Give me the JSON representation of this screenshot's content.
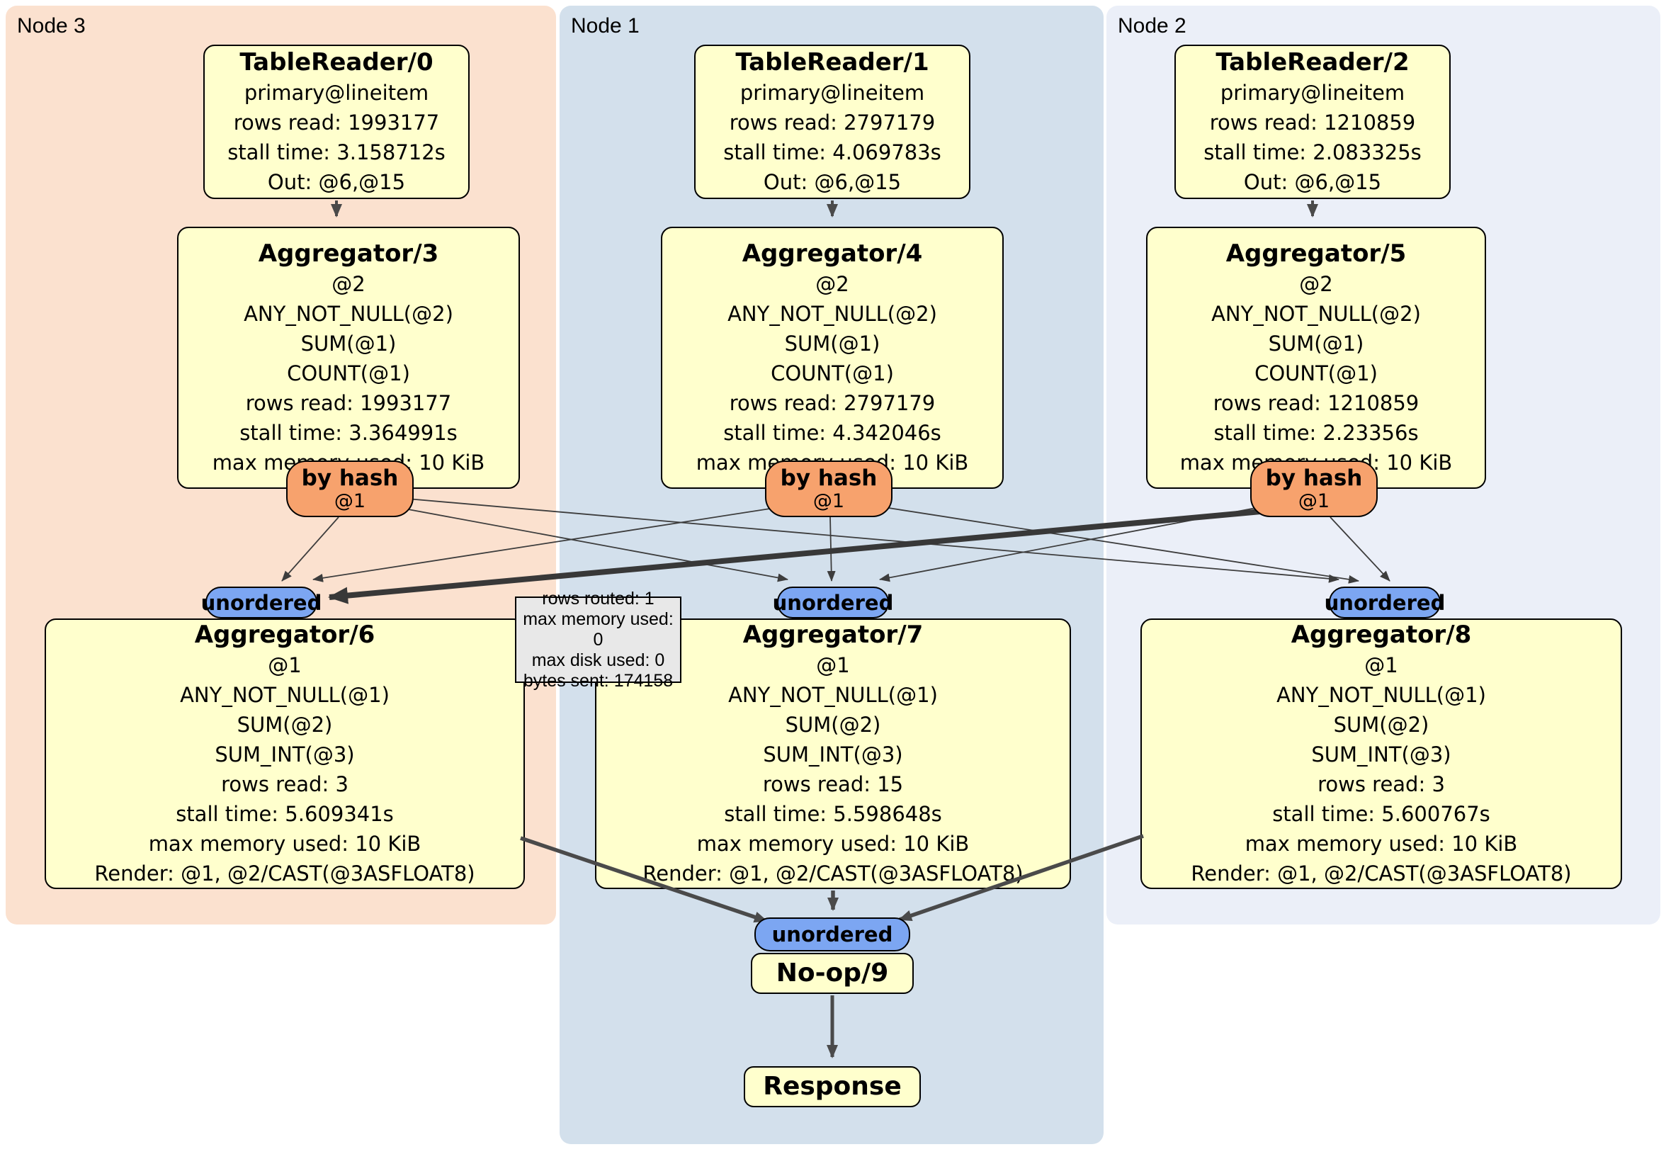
{
  "colors": {
    "node3_bg": "#fbe1cf",
    "node1_bg": "#d3e0ec",
    "node2_bg": "#ebeff8",
    "box_bg": "#ffffcd",
    "router_bg": "#f7a26d",
    "stream_bg": "#7ca6f2",
    "tooltip_bg": "#e8e8e8",
    "edge": "#3d3d3d"
  },
  "nodes": [
    {
      "label": "Node 3",
      "tr": {
        "title": "TableReader/0",
        "l0": "primary@lineitem",
        "l1": "rows read: 1993177",
        "l2": "stall time: 3.158712s",
        "l3": "Out: @6,@15"
      },
      "agg": {
        "title": "Aggregator/3",
        "l0": "@2",
        "l1": "ANY_NOT_NULL(@2)",
        "l2": "SUM(@1)",
        "l3": "COUNT(@1)",
        "l4": "rows read: 1993177",
        "l5": "stall time: 3.364991s",
        "l6": "max memory used: 10 KiB"
      },
      "router": {
        "label": "by hash",
        "key": "@1"
      },
      "stream": {
        "label": "unordered"
      },
      "fagg": {
        "title": "Aggregator/6",
        "l0": "@1",
        "l1": "ANY_NOT_NULL(@1)",
        "l2": "SUM(@2)",
        "l3": "SUM_INT(@3)",
        "l4": "rows read: 3",
        "l5": "stall time: 5.609341s",
        "l6": "max memory used: 10 KiB",
        "l7": "Render: @1, @2/CAST(@3ASFLOAT8)"
      }
    },
    {
      "label": "Node 1",
      "tr": {
        "title": "TableReader/1",
        "l0": "primary@lineitem",
        "l1": "rows read: 2797179",
        "l2": "stall time: 4.069783s",
        "l3": "Out: @6,@15"
      },
      "agg": {
        "title": "Aggregator/4",
        "l0": "@2",
        "l1": "ANY_NOT_NULL(@2)",
        "l2": "SUM(@1)",
        "l3": "COUNT(@1)",
        "l4": "rows read: 2797179",
        "l5": "stall time: 4.342046s",
        "l6": "max memory used: 10 KiB"
      },
      "router": {
        "label": "by hash",
        "key": "@1"
      },
      "stream": {
        "label": "unordered"
      },
      "fagg": {
        "title": "Aggregator/7",
        "l0": "@1",
        "l1": "ANY_NOT_NULL(@1)",
        "l2": "SUM(@2)",
        "l3": "SUM_INT(@3)",
        "l4": "rows read: 15",
        "l5": "stall time: 5.598648s",
        "l6": "max memory used: 10 KiB",
        "l7": "Render: @1, @2/CAST(@3ASFLOAT8)"
      }
    },
    {
      "label": "Node 2",
      "tr": {
        "title": "TableReader/2",
        "l0": "primary@lineitem",
        "l1": "rows read: 1210859",
        "l2": "stall time: 2.083325s",
        "l3": "Out: @6,@15"
      },
      "agg": {
        "title": "Aggregator/5",
        "l0": "@2",
        "l1": "ANY_NOT_NULL(@2)",
        "l2": "SUM(@1)",
        "l3": "COUNT(@1)",
        "l4": "rows read: 1210859",
        "l5": "stall time: 2.23356s",
        "l6": "max memory used: 10 KiB"
      },
      "router": {
        "label": "by hash",
        "key": "@1"
      },
      "stream": {
        "label": "unordered"
      },
      "fagg": {
        "title": "Aggregator/8",
        "l0": "@1",
        "l1": "ANY_NOT_NULL(@1)",
        "l2": "SUM(@2)",
        "l3": "SUM_INT(@3)",
        "l4": "rows read: 3",
        "l5": "stall time: 5.600767s",
        "l6": "max memory used: 10 KiB",
        "l7": "Render: @1, @2/CAST(@3ASFLOAT8)"
      }
    }
  ],
  "sink": {
    "stream_label": "unordered",
    "noop_title": "No-op/9",
    "response_title": "Response"
  },
  "tooltip": {
    "l0": "rows routed: 1",
    "l1": "max memory used: 0",
    "l2": "max disk used: 0",
    "l3": "bytes sent: 174158"
  }
}
